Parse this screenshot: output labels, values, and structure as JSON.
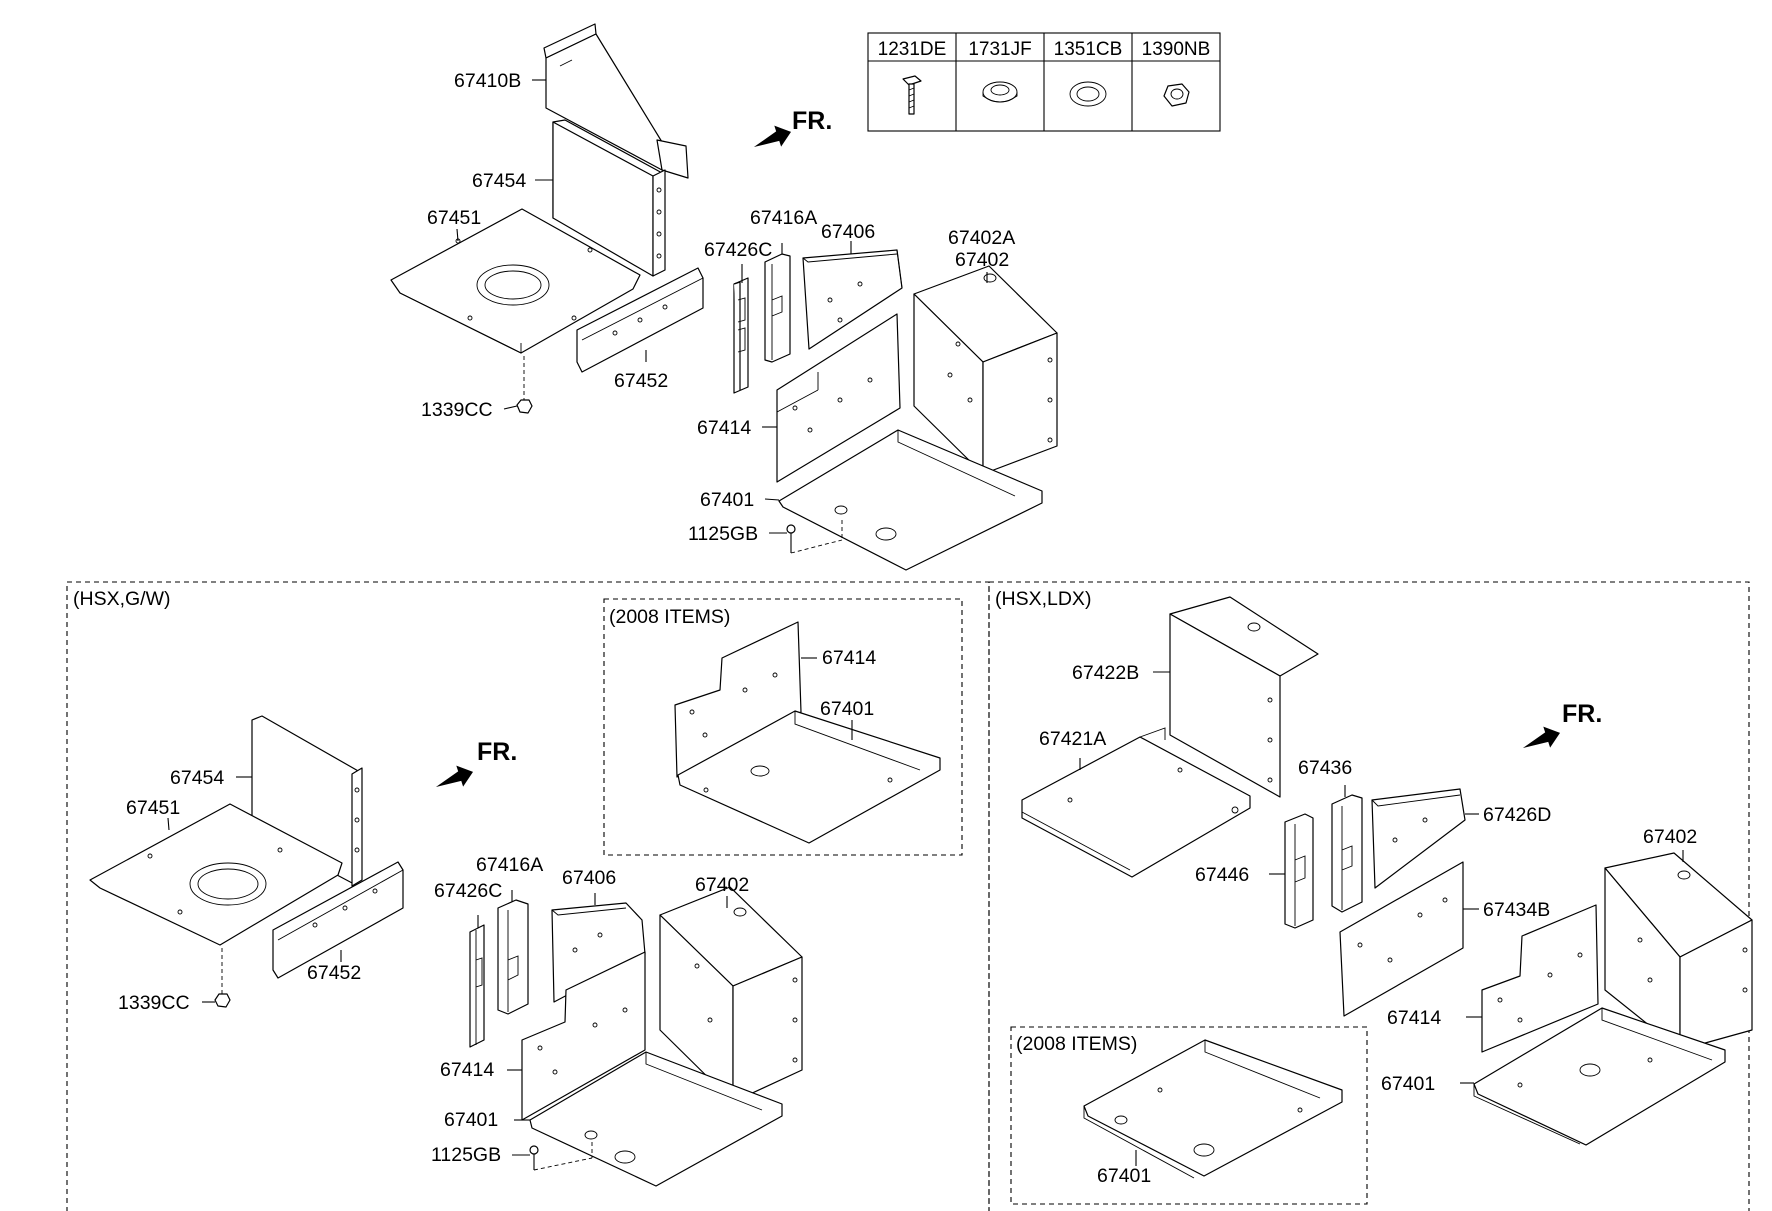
{
  "fasteners_table": {
    "codes": [
      "1231DE",
      "1731JF",
      "1351CB",
      "1390NB"
    ],
    "icons": [
      "bolt-icon",
      "washer-icon",
      "ring-washer-icon",
      "nut-icon"
    ]
  },
  "direction_label": "FR.",
  "sections": {
    "hsx_gw": "(HSX,G/W)",
    "hsx_ldx": "(HSX,LDX)",
    "items_2008": "(2008 ITEMS)"
  },
  "labels": {
    "top": {
      "p67410B": "67410B",
      "p67454": "67454",
      "p67451": "67451",
      "p67452": "67452",
      "p1339CC": "1339CC",
      "p67416A": "67416A",
      "p67426C": "67426C",
      "p67406": "67406",
      "p67402A": "67402A",
      "p67402": "67402",
      "p67414": "67414",
      "p67401": "67401",
      "p1125GB": "1125GB"
    },
    "gw": {
      "p67454": "67454",
      "p67451": "67451",
      "p67452": "67452",
      "p1339CC": "1339CC",
      "p67416A": "67416A",
      "p67426C": "67426C",
      "p67406": "67406",
      "p67402": "67402",
      "p67414": "67414",
      "p67401": "67401",
      "p1125GB": "1125GB",
      "i2008_67414": "67414",
      "i2008_67401": "67401"
    },
    "ldx": {
      "p67422B": "67422B",
      "p67421A": "67421A",
      "p67436": "67436",
      "p67426D": "67426D",
      "p67446": "67446",
      "p67434B": "67434B",
      "p67402": "67402",
      "p67414": "67414",
      "p67401": "67401",
      "i2008_67401": "67401"
    }
  }
}
